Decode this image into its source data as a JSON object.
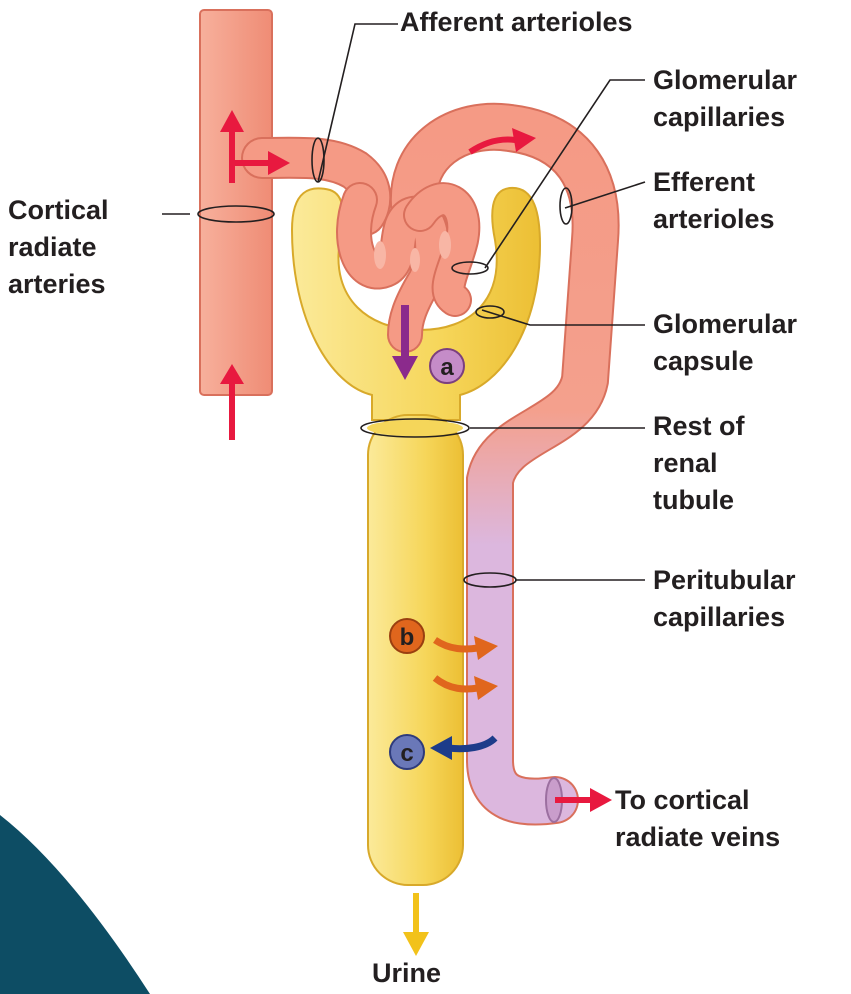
{
  "labels": {
    "afferent": "Afferent arterioles",
    "glomerular_capillaries": [
      "Glomerular",
      "capillaries"
    ],
    "cortical_radiate_arteries": [
      "Cortical",
      "radiate",
      "arteries"
    ],
    "efferent": [
      "Efferent",
      "arterioles"
    ],
    "glomerular_capsule": [
      "Glomerular",
      "capsule"
    ],
    "rest_of_tubule": [
      "Rest of",
      "renal",
      "tubule"
    ],
    "peritubular": [
      "Peritubular",
      "capillaries"
    ],
    "to_veins": [
      "To cortical",
      "radiate veins"
    ],
    "urine": "Urine"
  },
  "markers": {
    "a": "a",
    "b": "b",
    "c": "c"
  },
  "colors": {
    "artery": "#f59a85",
    "capillary_purple": "#dcb7de",
    "tubule_yellow": "#f5d75a",
    "tubule_light": "#fbe88c",
    "red_arrow": "#e8193f",
    "purple_arrow": "#8b2a8c",
    "orange_arrow": "#e0661d",
    "blue_arrow": "#1d3c8a",
    "urine_arrow": "#f2c21a",
    "corner_fill": "#0d4d64"
  }
}
